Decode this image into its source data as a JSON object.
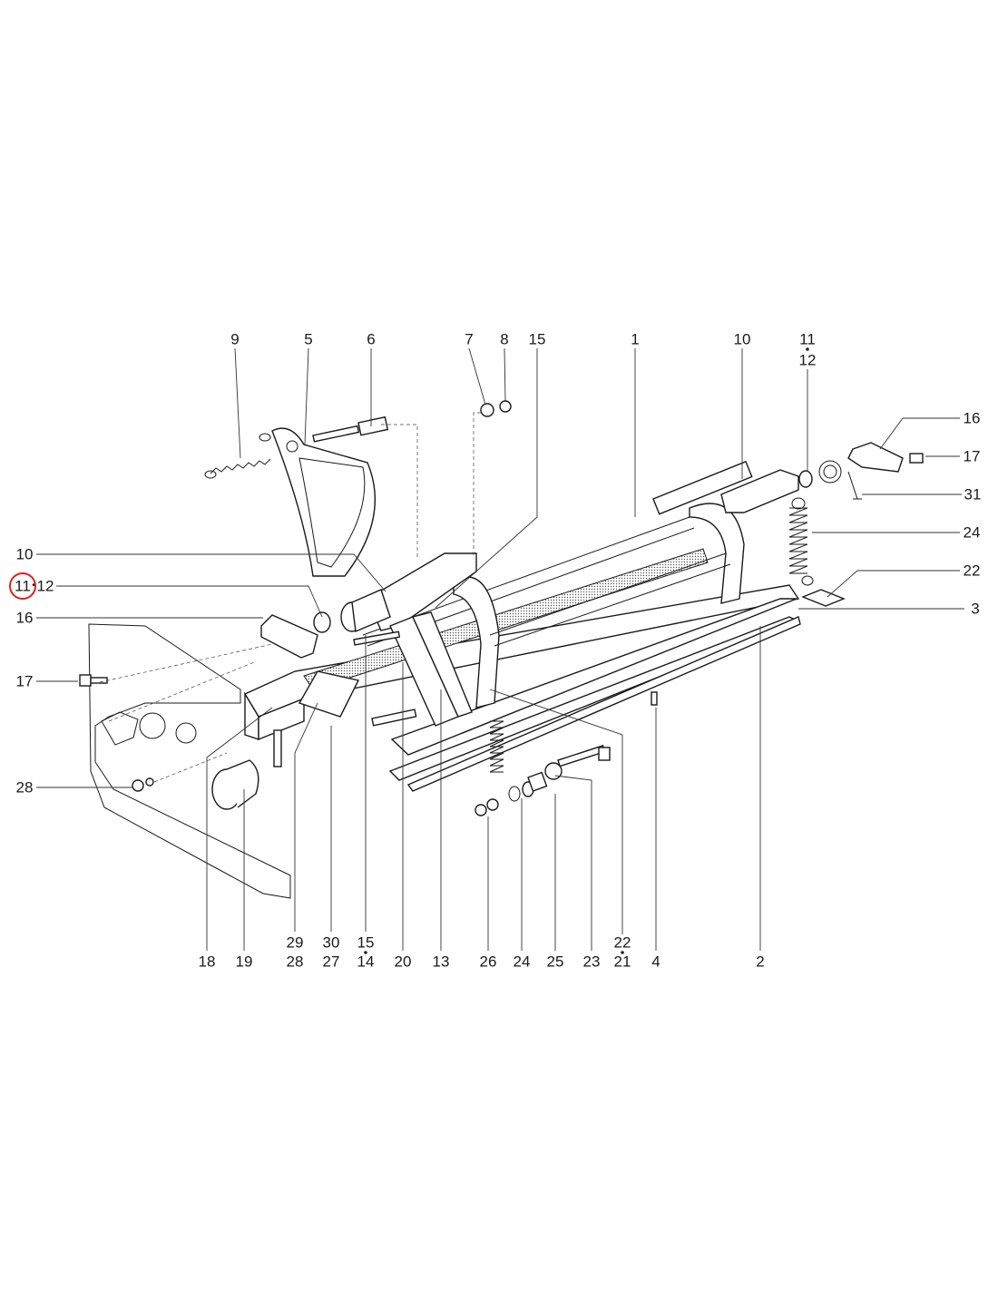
{
  "diagram": {
    "highlight_color": "#e02020",
    "highlighted_part": "11",
    "top_labels": [
      "9",
      "5",
      "6",
      "7",
      "8",
      "15",
      "1",
      "10",
      "11",
      "12"
    ],
    "right_labels": [
      "16",
      "17",
      "31",
      "24",
      "22",
      "3"
    ],
    "left_labels": [
      "10",
      "11",
      "12",
      "16",
      "17",
      "28"
    ],
    "bottom_labels": {
      "b18": "18",
      "b19": "19",
      "b29": "29",
      "b28": "28",
      "b30": "30",
      "b27": "27",
      "b15": "15",
      "b14": "14",
      "b20": "20",
      "b13": "13",
      "b26": "26",
      "b24": "24",
      "b25": "25",
      "b23": "23",
      "b22": "22",
      "b21": "21",
      "b4": "4",
      "b2": "2"
    }
  }
}
